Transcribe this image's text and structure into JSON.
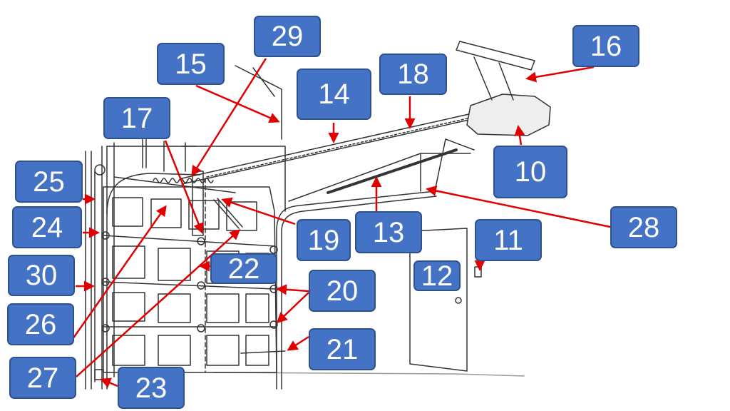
{
  "colors": {
    "callout_fill": "#4472c4",
    "callout_border": "#2f528f",
    "callout_text": "#ffffff",
    "arrow": "#e00000",
    "line_art": "#333333"
  },
  "callouts": [
    {
      "id": "c10",
      "number": "10",
      "part": "opener-motor-unit"
    },
    {
      "id": "c11",
      "number": "11",
      "part": "wall-switch"
    },
    {
      "id": "c12",
      "number": "12",
      "part": "wall-control"
    },
    {
      "id": "c13",
      "number": "13",
      "part": "torsion-springs"
    },
    {
      "id": "c14",
      "number": "14",
      "part": "opener-rail"
    },
    {
      "id": "c15",
      "number": "15",
      "part": "rear-track-hanger"
    },
    {
      "id": "c16",
      "number": "16",
      "part": "opener-ceiling-bracket"
    },
    {
      "id": "c17",
      "number": "17",
      "part": "center-bearing-bracket"
    },
    {
      "id": "c18",
      "number": "18",
      "part": "drive-chain"
    },
    {
      "id": "c19",
      "number": "19",
      "part": "torsion-tube"
    },
    {
      "id": "c20",
      "number": "20",
      "part": "hinges"
    },
    {
      "id": "c21",
      "number": "21",
      "part": "door-strut"
    },
    {
      "id": "c22",
      "number": "22",
      "part": "door-arm"
    },
    {
      "id": "c23",
      "number": "23",
      "part": "bottom-bracket"
    },
    {
      "id": "c24",
      "number": "24",
      "part": "rollers"
    },
    {
      "id": "c25",
      "number": "25",
      "part": "end-bearing-plate"
    },
    {
      "id": "c26",
      "number": "26",
      "part": "cable-drum"
    },
    {
      "id": "c27",
      "number": "27",
      "part": "lift-cable"
    },
    {
      "id": "c28",
      "number": "28",
      "part": "horizontal-track"
    },
    {
      "id": "c29",
      "number": "29",
      "part": "emergency-release"
    },
    {
      "id": "c30",
      "number": "30",
      "part": "vertical-track"
    }
  ]
}
